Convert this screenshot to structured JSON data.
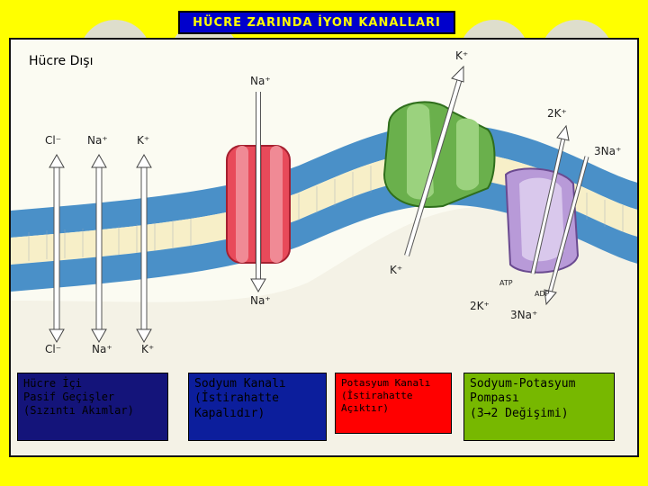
{
  "title": "HÜCRE ZARINDA İYON KANALLARI",
  "outside_label": "Hücre Dışı",
  "diagram": {
    "leak_top": [
      "Cl⁻",
      "Na⁺",
      "K⁺"
    ],
    "leak_bottom": [
      "Cl⁻",
      "Na⁺",
      "K⁺"
    ],
    "na_top": "Na⁺",
    "na_bottom": "Na⁺",
    "k_top": "K⁺",
    "k_bottom": "K⁺",
    "pump_2k_top": "2K⁺",
    "pump_3na_top": "3Na⁺",
    "pump_2k_bottom": "2K⁺",
    "pump_3na_bottom": "3Na⁺",
    "atp": "ATP",
    "adp": "ADP"
  },
  "captions": [
    {
      "text": "Hücre İçi\nPasif Geçişler\n(Sızıntı Akımlar)",
      "bg": "#14147a",
      "color": "#000000"
    },
    {
      "text": "Sodyum Kanalı\n(İstirahatte\nKapalıdır)",
      "bg": "#0c1e9c",
      "color": "#000000"
    },
    {
      "text": "Potasyum Kanalı\n(İstirahatte\nAçıktır)",
      "bg": "#ff0000",
      "color": "#000000"
    },
    {
      "text": "Sodyum-Potasyum\nPompası\n(3→2 Değişimi)",
      "bg": "#77b800",
      "color": "#000000"
    }
  ],
  "colors": {
    "background": "#ffff00",
    "title_bg": "#0000cc",
    "title_text": "#ffff00",
    "membrane": "#4a90c8",
    "na_channel": "#e84a5a",
    "k_channel": "#6ab04c",
    "pump": "#b89ad8"
  }
}
